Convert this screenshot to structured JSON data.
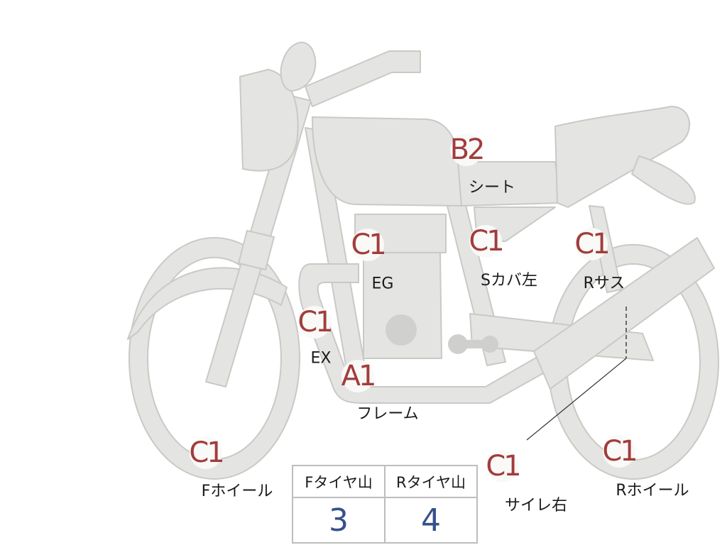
{
  "inspection_points": [
    {
      "id": "seat",
      "grade": "B2",
      "label": "シート"
    },
    {
      "id": "engine",
      "grade": "C1",
      "label": "EG"
    },
    {
      "id": "side-cover-left",
      "grade": "C1",
      "label": "Sカバ左"
    },
    {
      "id": "rear-suspension",
      "grade": "C1",
      "label": "Rサス"
    },
    {
      "id": "exhaust",
      "grade": "C1",
      "label": "EX"
    },
    {
      "id": "frame",
      "grade": "A1",
      "label": "フレーム"
    },
    {
      "id": "front-wheel",
      "grade": "C1",
      "label": "Fホイール"
    },
    {
      "id": "silencer-right",
      "grade": "C1",
      "label": "サイレ右"
    },
    {
      "id": "rear-wheel",
      "grade": "C1",
      "label": "Rホイール"
    }
  ],
  "tire_tread": {
    "front_label": "Fタイヤ山",
    "rear_label": "Rタイヤ山",
    "front_value": "3",
    "rear_value": "4"
  },
  "colors": {
    "bike_fill": "#e4e4e2",
    "bike_stroke": "#c9c9c6",
    "grade_text": "#a23c3c",
    "tire_value_text": "#35508c"
  }
}
